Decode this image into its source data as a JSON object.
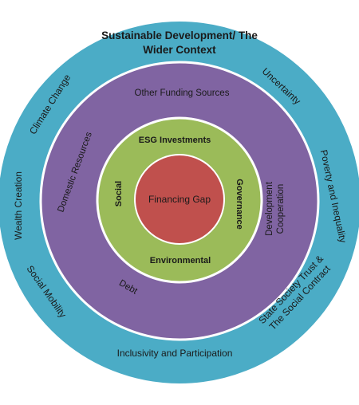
{
  "colors": {
    "outer_ring": "#4BACC6",
    "middle_ring": "#8064A2",
    "inner_ring": "#9BBB59",
    "core": "#C0504D",
    "ring_border": "#ffffff"
  },
  "outer_ring": {
    "title_line1": "Sustainable Development/ The",
    "title_line2": "Wider Context",
    "labels": {
      "climate_change": "Climate Change",
      "uncertainty": "Uncertainty",
      "wealth_creation": "Wealth Creation",
      "poverty_inequality": "Poverty and Inequality",
      "social_mobility": "Social Mobility",
      "state_society_line1": "State Society Trust &",
      "state_society_line2": "The Social Contract",
      "inclusivity": "Inclusivity and Participation"
    }
  },
  "middle_ring": {
    "labels": {
      "other_funding": "Other Funding Sources",
      "domestic_resources": "Domestic Resources",
      "development_line1": "Development",
      "development_line2": "Cooperation",
      "debt": "Debt"
    }
  },
  "inner_ring": {
    "labels": {
      "esg": "ESG Investments",
      "social": "Social",
      "governance": "Governance",
      "environmental": "Environmental"
    }
  },
  "core": {
    "label": "Financing Gap"
  }
}
